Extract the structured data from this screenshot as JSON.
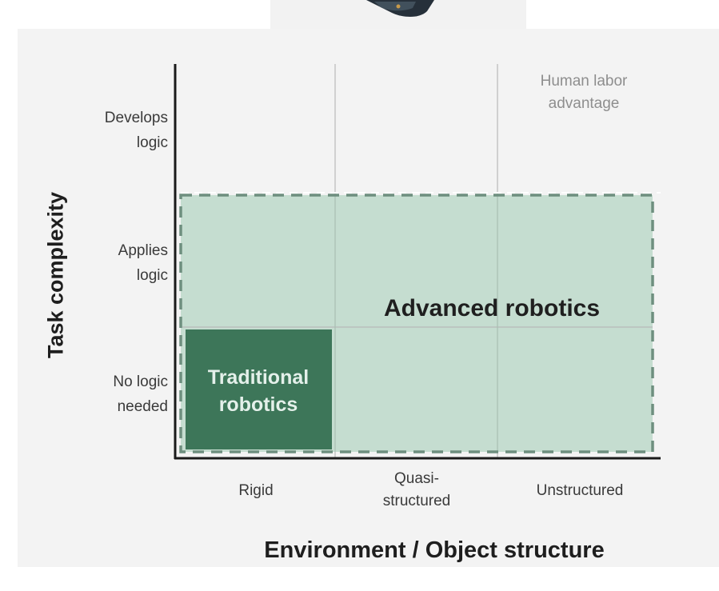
{
  "diagram": {
    "y_axis_title": "Task complexity",
    "x_axis_title": "Environment / Object structure",
    "y_levels": [
      "Develops\nlogic",
      "Applies\nlogic",
      "No logic\nneeded"
    ],
    "x_levels": [
      "Rigid",
      "Quasi-\nstructured",
      "Unstructured"
    ],
    "regions": {
      "human": "Human labor\nadvantage",
      "advanced": "Advanced robotics",
      "traditional": "Traditional\nrobotics"
    },
    "colors": {
      "advanced_fill": "#c5ddd0",
      "traditional_fill": "#3d7659",
      "dash_border": "#6e8f7f",
      "axis": "#1a1a1a",
      "gridline": "#b8b8b8"
    }
  }
}
